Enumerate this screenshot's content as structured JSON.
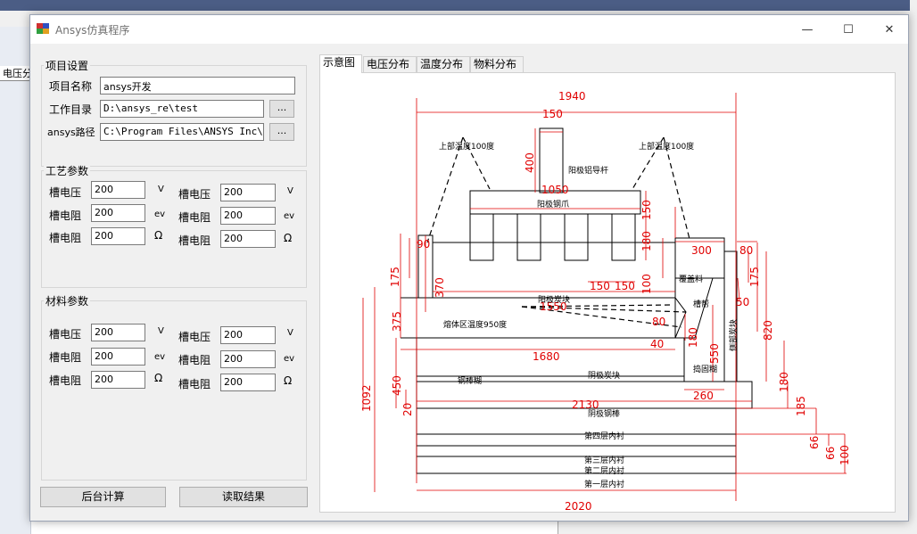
{
  "background_window": {
    "tab_fragment": "电压分"
  },
  "window": {
    "title": "Ansys仿真程序",
    "controls": {
      "minimize": "—",
      "maximize": "☐",
      "close": "✕"
    }
  },
  "project": {
    "group_label": "项目设置",
    "name_label": "项目名称",
    "name_value": "ansys开发",
    "dir_label": "工作目录",
    "dir_value": "D:\\ansys_re\\test",
    "path_label": "ansys路径",
    "path_value": "C:\\Program Files\\ANSYS Inc\\v19",
    "browse": "..."
  },
  "process": {
    "group_label": "工艺参数",
    "rows": [
      {
        "l1": "槽电压",
        "v1": "200",
        "u1": "V",
        "l2": "槽电压",
        "v2": "200",
        "u2": "V"
      },
      {
        "l1": "槽电阻",
        "v1": "200",
        "u1": "ev",
        "l2": "槽电阻",
        "v2": "200",
        "u2": "ev"
      },
      {
        "l1": "槽电阻",
        "v1": "200",
        "u1": "Ω",
        "l2": "槽电阻",
        "v2": "200",
        "u2": "Ω"
      }
    ]
  },
  "material": {
    "group_label": "材料参数",
    "rows": [
      {
        "l1": "槽电压",
        "v1": "200",
        "u1": "V",
        "l2": "槽电压",
        "v2": "200",
        "u2": "V"
      },
      {
        "l1": "槽电阻",
        "v1": "200",
        "u1": "ev",
        "l2": "槽电阻",
        "v2": "200",
        "u2": "ev"
      },
      {
        "l1": "槽电阻",
        "v1": "200",
        "u1": "Ω",
        "l2": "槽电阻",
        "v2": "200",
        "u2": "Ω"
      }
    ]
  },
  "buttons": {
    "compute": "后台计算",
    "read": "读取结果"
  },
  "tabs": [
    "示意图",
    "电压分布",
    "温度分布",
    "物料分布"
  ],
  "diagram": {
    "dims": {
      "d1940": "1940",
      "d150": "150",
      "d400": "400",
      "d1050": "1050",
      "d150b": "150",
      "d180a": "180",
      "d90": "90",
      "d175a": "175",
      "d370": "370",
      "d150c": "150",
      "d150d": "150",
      "d100a": "100",
      "d300": "300",
      "d80a": "80",
      "d50": "50",
      "d175b": "175",
      "d1550": "1550",
      "d375": "375",
      "d80b": "80",
      "d40": "40",
      "d180b": "180",
      "d550": "550",
      "d820": "820",
      "d1680": "1680",
      "d450": "450",
      "d180c": "180",
      "d20": "20",
      "d2130": "2130",
      "d260": "260",
      "d185": "185",
      "d1092": "1092",
      "d66a": "66",
      "d66b": "66",
      "d100b": "100",
      "d2020": "2020"
    },
    "labels": {
      "top_temp_left": "上部温度100度",
      "top_temp_right": "上部温度100度",
      "anode_rod": "阳极铝导杆",
      "anode_claw": "阳极钢爪",
      "cover": "覆盖料",
      "anode_block": "阳极炭块",
      "slot": "槽帮",
      "side_block": "侧部炭块",
      "melt_temp": "熔体区温度950度",
      "ramming": "捣固糊",
      "cathode_block": "阴极炭块",
      "steel_bar_paste": "钢棒糊",
      "cathode_steel": "阴极钢棒",
      "layer4": "第四层内衬",
      "layer3": "第三层内衬",
      "layer2": "第二层内衬",
      "layer1": "第一层内衬"
    }
  },
  "colors": {
    "dimension": "#e00000",
    "outline": "#000000",
    "frame_border": "#9aa3b4"
  }
}
